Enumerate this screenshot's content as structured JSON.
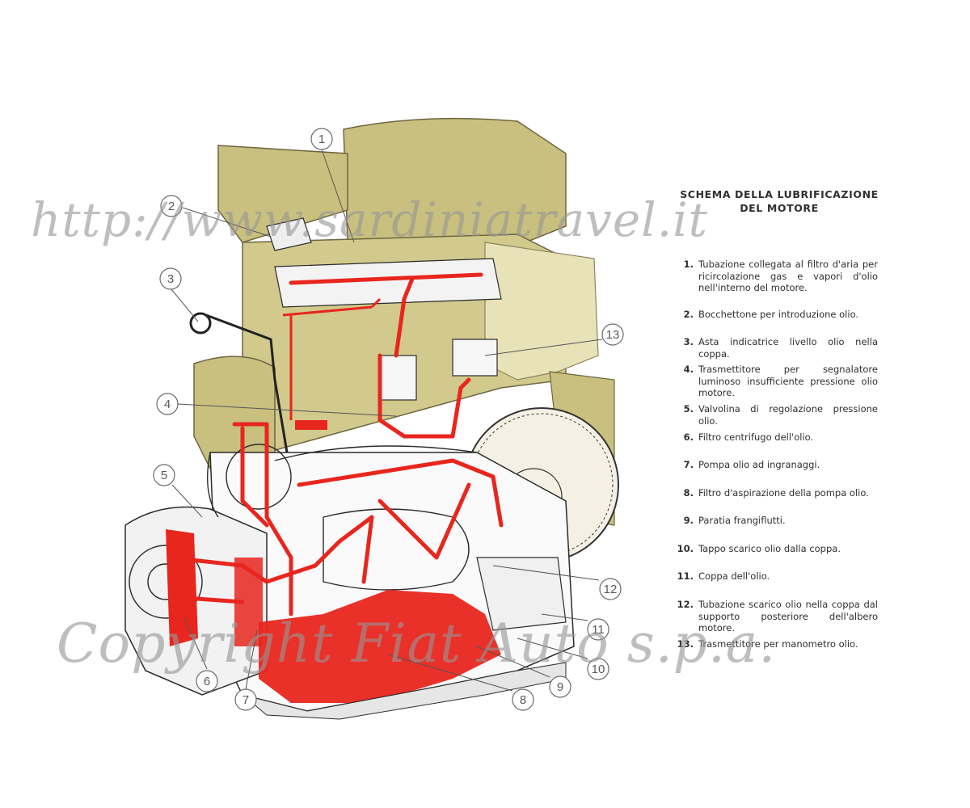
{
  "legend": {
    "title_line1": "SCHEMA DELLA LUBRIFICAZIONE",
    "title_line2": "DEL MOTORE",
    "items": [
      {
        "num": "1.",
        "text": "Tubazione collegata al filtro d'aria per ricircolazione gas e vapori d'olio nell'interno del motore."
      },
      {
        "num": "2.",
        "text": "Bocchettone per introduzione olio."
      },
      {
        "num": "3.",
        "text": "Asta indicatrice livello olio nella coppa."
      },
      {
        "num": "4.",
        "text": "Trasmettitore per segnalatore luminoso insufficiente pressione olio motore."
      },
      {
        "num": "5.",
        "text": "Valvolina di regolazione pressione olio."
      },
      {
        "num": "6.",
        "text": "Filtro centrifugo dell'olio."
      },
      {
        "num": "7.",
        "text": "Pompa olio ad ingranaggi."
      },
      {
        "num": "8.",
        "text": "Filtro d'aspirazione della pompa olio."
      },
      {
        "num": "9.",
        "text": "Paratia frangiflutti."
      },
      {
        "num": "10.",
        "text": "Tappo scarico olio dalla coppa."
      },
      {
        "num": "11.",
        "text": "Coppa dell'olio."
      },
      {
        "num": "12.",
        "text": "Tubazione scarico olio nella coppa dal supporto posteriore dell'albero motore."
      },
      {
        "num": "13.",
        "text": "Trasmettitore per manometro olio."
      }
    ]
  },
  "callouts": [
    "1",
    "2",
    "3",
    "4",
    "5",
    "6",
    "7",
    "8",
    "9",
    "10",
    "11",
    "12",
    "13"
  ],
  "watermarks": {
    "url": "http://www.sardiniatravel.it",
    "copyright": "Copyright Fiat Auto s.p.a."
  },
  "colors": {
    "oil_circuit": "#e8261e",
    "engine_block": "#c9bf7f",
    "engine_block_light": "#ddd6a2",
    "text": "#2f2f2f"
  }
}
